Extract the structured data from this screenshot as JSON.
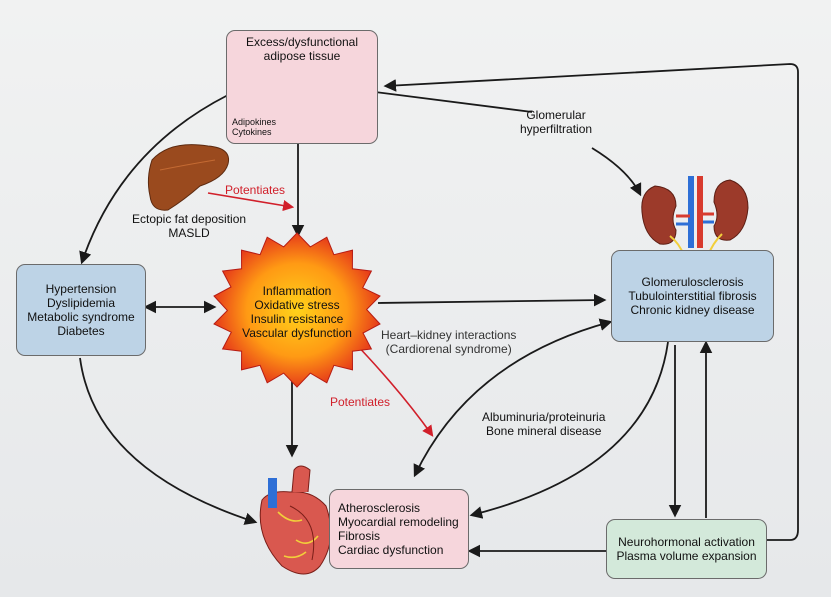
{
  "adipose": {
    "title_lines": [
      "Excess/dysfunctional",
      "adipose tissue"
    ],
    "sub_lines": [
      "Adipokines",
      "Cytokines"
    ]
  },
  "ectopic": {
    "lines": [
      "Ectopic fat deposition",
      "MASLD"
    ]
  },
  "potentiates_top": "Potentiates",
  "potentiates_mid": "Potentiates",
  "inflammation": {
    "lines": [
      "Inflammation",
      "Oxidative stress",
      "Insulin resistance",
      "Vascular dysfunction"
    ]
  },
  "hypertension": {
    "lines": [
      "Hypertension",
      "Dyslipidemia",
      "Metabolic syndrome",
      "Diabetes"
    ]
  },
  "glomerular": {
    "lines": [
      "Glomerular",
      "hyperfiltration"
    ]
  },
  "kidney_disease": {
    "lines": [
      "Glomerulosclerosis",
      "Tubulointerstitial fibrosis",
      "Chronic kidney disease"
    ]
  },
  "heart_kidney": {
    "lines": [
      "Heart–kidney interactions",
      "(Cardiorenal syndrome)"
    ]
  },
  "albuminuria": {
    "lines": [
      "Albuminuria/proteinuria",
      "Bone mineral disease"
    ]
  },
  "cardiac": {
    "lines": [
      "Atherosclerosis",
      "Myocardial remodeling",
      "Fibrosis",
      "Cardiac dysfunction"
    ]
  },
  "neurohormonal": {
    "lines": [
      "Neurohormonal activation",
      "Plasma volume expansion"
    ]
  },
  "colors": {
    "arrow": "#1a1a1a",
    "red_arrow": "#d11f2a",
    "pink_box": "#f6d6dc",
    "blue_box": "#bdd3e6",
    "green_box": "#d3e9da",
    "star": "#e0251b"
  }
}
